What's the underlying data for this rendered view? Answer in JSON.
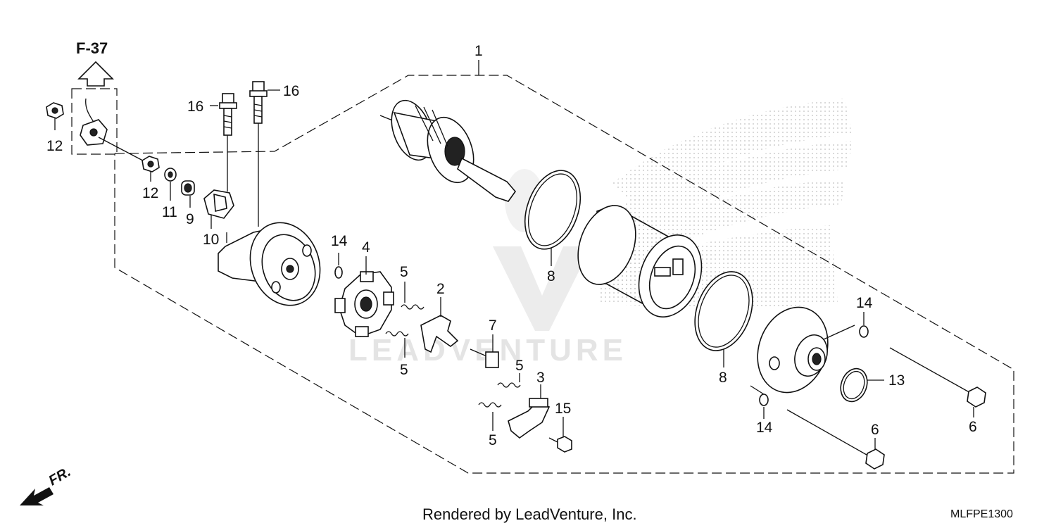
{
  "diagram": {
    "reference_label": "F-37",
    "front_label": "FR.",
    "watermark_text": "LEADVENTURE",
    "footer_credit": "Rendered by LeadVenture, Inc.",
    "diagram_code": "MLFPE1300",
    "callouts": {
      "c1": "1",
      "c2": "2",
      "c3": "3",
      "c4": "4",
      "c5a": "5",
      "c5b": "5",
      "c5c": "5",
      "c5d": "5",
      "c6a": "6",
      "c6b": "6",
      "c7": "7",
      "c8a": "8",
      "c8b": "8",
      "c9": "9",
      "c10": "10",
      "c11": "11",
      "c12a": "12",
      "c12b": "12",
      "c13": "13",
      "c14a": "14",
      "c14b": "14",
      "c14c": "14",
      "c15": "15",
      "c16a": "16",
      "c16b": "16"
    }
  }
}
